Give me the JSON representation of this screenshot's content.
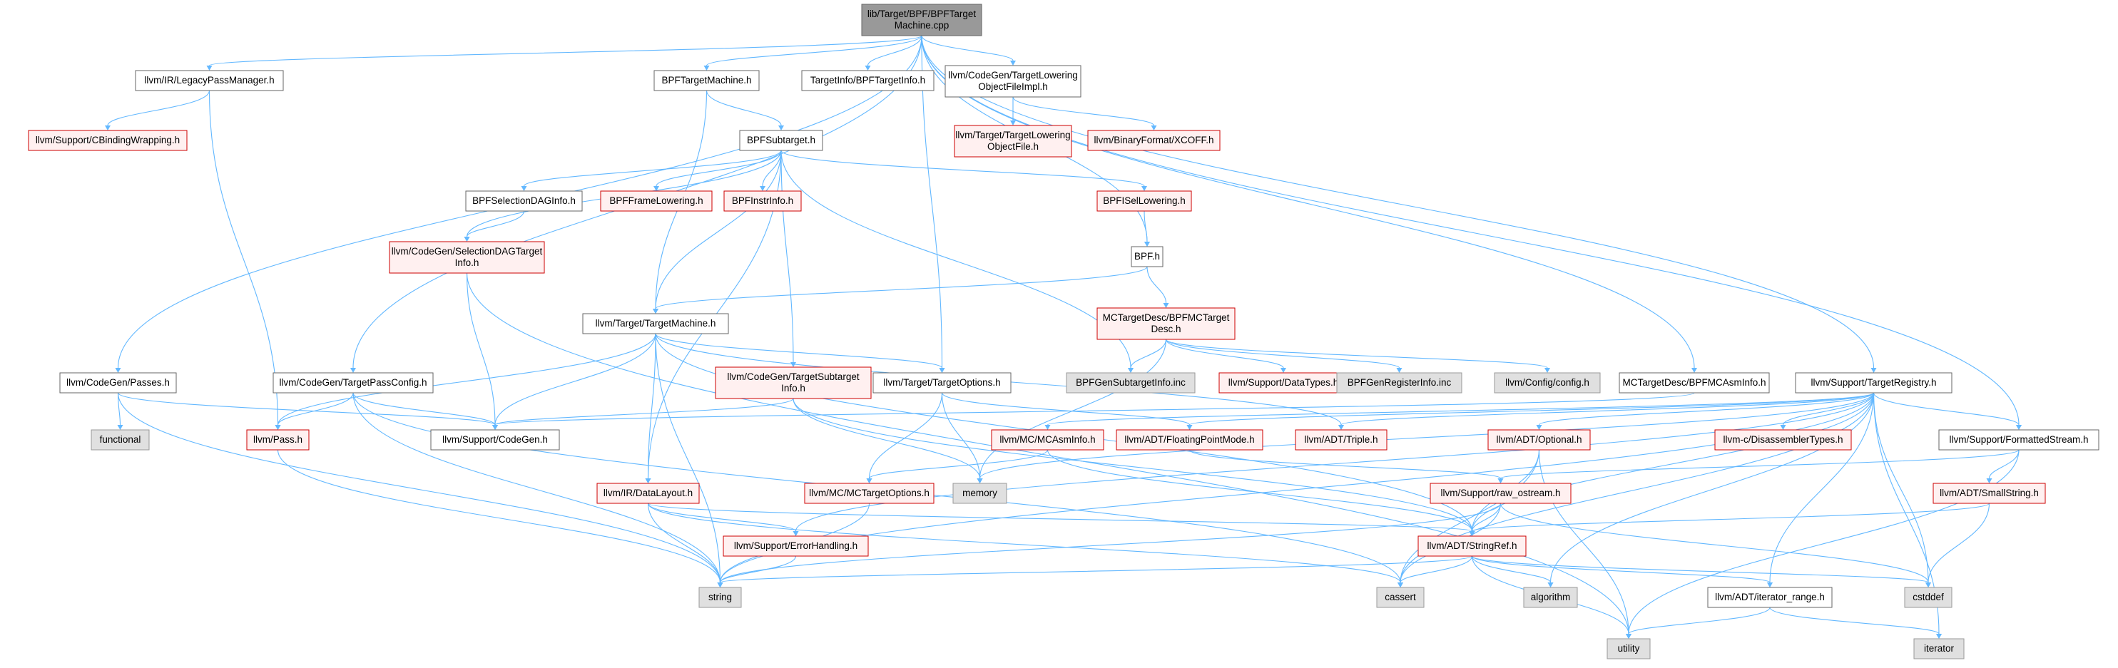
{
  "graph": {
    "colors": {
      "edge": "#63b8ff",
      "root_fill": "#999999",
      "documented_border": "#666666",
      "undocumented_fill": "#fff0f0",
      "undocumented_border": "#cc0000",
      "system_fill": "#e0e0e0",
      "system_border": "#999999"
    },
    "nodes": [
      {
        "id": "root",
        "lines": [
          "lib/Target/BPF/BPFTarget",
          "Machine.cpp"
        ],
        "kind": "root"
      },
      {
        "id": "legacypm",
        "lines": [
          "llvm/IR/LegacyPassManager.h"
        ],
        "kind": "black"
      },
      {
        "id": "bpftm",
        "lines": [
          "BPFTargetMachine.h"
        ],
        "kind": "black"
      },
      {
        "id": "tinfo",
        "lines": [
          "TargetInfo/BPFTargetInfo.h"
        ],
        "kind": "black"
      },
      {
        "id": "tlofi",
        "lines": [
          "llvm/CodeGen/TargetLowering",
          "ObjectFileImpl.h"
        ],
        "kind": "black"
      },
      {
        "id": "cbind",
        "lines": [
          "llvm/Support/CBindingWrapping.h"
        ],
        "kind": "red"
      },
      {
        "id": "bpfsub",
        "lines": [
          "BPFSubtarget.h"
        ],
        "kind": "black"
      },
      {
        "id": "tlof",
        "lines": [
          "llvm/Target/TargetLowering",
          "ObjectFile.h"
        ],
        "kind": "red"
      },
      {
        "id": "xcoff",
        "lines": [
          "llvm/BinaryFormat/XCOFF.h"
        ],
        "kind": "red"
      },
      {
        "id": "seldag",
        "lines": [
          "BPFSelectionDAGInfo.h"
        ],
        "kind": "black"
      },
      {
        "id": "framelow",
        "lines": [
          "BPFFrameLowering.h"
        ],
        "kind": "red"
      },
      {
        "id": "instrinfo",
        "lines": [
          "BPFInstrInfo.h"
        ],
        "kind": "red"
      },
      {
        "id": "isellow",
        "lines": [
          "BPFISelLowering.h"
        ],
        "kind": "red"
      },
      {
        "id": "seldagti",
        "lines": [
          "llvm/CodeGen/SelectionDAGTarget",
          "Info.h"
        ],
        "kind": "red"
      },
      {
        "id": "bpfh",
        "lines": [
          "BPF.h"
        ],
        "kind": "black"
      },
      {
        "id": "tm",
        "lines": [
          "llvm/Target/TargetMachine.h"
        ],
        "kind": "black"
      },
      {
        "id": "mctd",
        "lines": [
          "MCTargetDesc/BPFMCTarget",
          "Desc.h"
        ],
        "kind": "red"
      },
      {
        "id": "passes",
        "lines": [
          "llvm/CodeGen/Passes.h"
        ],
        "kind": "black"
      },
      {
        "id": "tpc",
        "lines": [
          "llvm/CodeGen/TargetPassConfig.h"
        ],
        "kind": "black"
      },
      {
        "id": "tsi",
        "lines": [
          "llvm/CodeGen/TargetSubtarget",
          "Info.h"
        ],
        "kind": "red"
      },
      {
        "id": "topt",
        "lines": [
          "llvm/Target/TargetOptions.h"
        ],
        "kind": "black"
      },
      {
        "id": "geninc",
        "lines": [
          "BPFGenSubtargetInfo.inc"
        ],
        "kind": "gray"
      },
      {
        "id": "datatypes",
        "lines": [
          "llvm/Support/DataTypes.h"
        ],
        "kind": "red"
      },
      {
        "id": "genreg",
        "lines": [
          "BPFGenRegisterInfo.inc"
        ],
        "kind": "gray"
      },
      {
        "id": "cfg",
        "lines": [
          "llvm/Config/config.h"
        ],
        "kind": "gray"
      },
      {
        "id": "mcasm",
        "lines": [
          "MCTargetDesc/BPFMCAsmInfo.h"
        ],
        "kind": "black"
      },
      {
        "id": "treg",
        "lines": [
          "llvm/Support/TargetRegistry.h"
        ],
        "kind": "black"
      },
      {
        "id": "functional",
        "lines": [
          "functional"
        ],
        "kind": "gray"
      },
      {
        "id": "pass",
        "lines": [
          "llvm/Pass.h"
        ],
        "kind": "red"
      },
      {
        "id": "cgen",
        "lines": [
          "llvm/Support/CodeGen.h"
        ],
        "kind": "black"
      },
      {
        "id": "mcmcasm",
        "lines": [
          "llvm/MC/MCAsmInfo.h"
        ],
        "kind": "red"
      },
      {
        "id": "fpmode",
        "lines": [
          "llvm/ADT/FloatingPointMode.h"
        ],
        "kind": "red"
      },
      {
        "id": "triple",
        "lines": [
          "llvm/ADT/Triple.h"
        ],
        "kind": "red"
      },
      {
        "id": "optional",
        "lines": [
          "llvm/ADT/Optional.h"
        ],
        "kind": "red"
      },
      {
        "id": "disasm",
        "lines": [
          "llvm-c/DisassemblerTypes.h"
        ],
        "kind": "red"
      },
      {
        "id": "fstream",
        "lines": [
          "llvm/Support/FormattedStream.h"
        ],
        "kind": "black"
      },
      {
        "id": "mcto",
        "lines": [
          "llvm/MC/MCTargetOptions.h"
        ],
        "kind": "red"
      },
      {
        "id": "memory",
        "lines": [
          "memory"
        ],
        "kind": "gray"
      },
      {
        "id": "rawos",
        "lines": [
          "llvm/Support/raw_ostream.h"
        ],
        "kind": "red"
      },
      {
        "id": "smallstr",
        "lines": [
          "llvm/ADT/SmallString.h"
        ],
        "kind": "red"
      },
      {
        "id": "dlayout",
        "lines": [
          "llvm/IR/DataLayout.h"
        ],
        "kind": "red"
      },
      {
        "id": "errh",
        "lines": [
          "llvm/Support/ErrorHandling.h"
        ],
        "kind": "red"
      },
      {
        "id": "strref",
        "lines": [
          "llvm/ADT/StringRef.h"
        ],
        "kind": "red"
      },
      {
        "id": "string",
        "lines": [
          "string"
        ],
        "kind": "gray"
      },
      {
        "id": "cassert",
        "lines": [
          "cassert"
        ],
        "kind": "gray"
      },
      {
        "id": "algorithm",
        "lines": [
          "algorithm"
        ],
        "kind": "gray"
      },
      {
        "id": "iterrange",
        "lines": [
          "llvm/ADT/iterator_range.h"
        ],
        "kind": "black"
      },
      {
        "id": "cstddef",
        "lines": [
          "cstddef"
        ],
        "kind": "gray"
      },
      {
        "id": "utility",
        "lines": [
          "utility"
        ],
        "kind": "gray"
      },
      {
        "id": "iterator",
        "lines": [
          "iterator"
        ],
        "kind": "gray"
      }
    ],
    "edges": [
      [
        "root",
        "legacypm"
      ],
      [
        "root",
        "bpftm"
      ],
      [
        "root",
        "tinfo"
      ],
      [
        "root",
        "tlofi"
      ],
      [
        "root",
        "passes"
      ],
      [
        "root",
        "tpc"
      ],
      [
        "root",
        "topt"
      ],
      [
        "root",
        "bpfh"
      ],
      [
        "root",
        "mcasm"
      ],
      [
        "root",
        "treg"
      ],
      [
        "root",
        "fstream"
      ],
      [
        "legacypm",
        "cbind"
      ],
      [
        "legacypm",
        "pass"
      ],
      [
        "bpftm",
        "bpfsub"
      ],
      [
        "bpftm",
        "tm"
      ],
      [
        "tlofi",
        "tlof"
      ],
      [
        "tlofi",
        "xcoff"
      ],
      [
        "bpfsub",
        "seldag"
      ],
      [
        "bpfsub",
        "framelow"
      ],
      [
        "bpfsub",
        "instrinfo"
      ],
      [
        "bpfsub",
        "isellow"
      ],
      [
        "bpfsub",
        "seldagti"
      ],
      [
        "bpfsub",
        "tm"
      ],
      [
        "bpfsub",
        "tsi"
      ],
      [
        "bpfsub",
        "dlayout"
      ],
      [
        "bpfsub",
        "geninc"
      ],
      [
        "seldag",
        "seldagti"
      ],
      [
        "isellow",
        "bpfh"
      ],
      [
        "seldagti",
        "cgen"
      ],
      [
        "seldagti",
        "utility"
      ],
      [
        "bpfh",
        "tm"
      ],
      [
        "bpfh",
        "mctd"
      ],
      [
        "tm",
        "pass"
      ],
      [
        "tm",
        "cgen"
      ],
      [
        "tm",
        "topt"
      ],
      [
        "tm",
        "dlayout"
      ],
      [
        "tm",
        "strref"
      ],
      [
        "tm",
        "string"
      ],
      [
        "tm",
        "triple"
      ],
      [
        "mctd",
        "geninc"
      ],
      [
        "mctd",
        "datatypes"
      ],
      [
        "mctd",
        "genreg"
      ],
      [
        "mctd",
        "cfg"
      ],
      [
        "mctd",
        "memory"
      ],
      [
        "passes",
        "functional"
      ],
      [
        "passes",
        "cgen"
      ],
      [
        "passes",
        "string"
      ],
      [
        "tpc",
        "pass"
      ],
      [
        "tpc",
        "cgen"
      ],
      [
        "tpc",
        "cassert"
      ],
      [
        "tpc",
        "string"
      ],
      [
        "tsi",
        "cgen"
      ],
      [
        "tsi",
        "memory"
      ],
      [
        "tsi",
        "strref"
      ],
      [
        "topt",
        "fpmode"
      ],
      [
        "topt",
        "mcto"
      ],
      [
        "topt",
        "memory"
      ],
      [
        "mcasm",
        "cgen"
      ],
      [
        "treg",
        "mcmcasm"
      ],
      [
        "treg",
        "fpmode"
      ],
      [
        "treg",
        "triple"
      ],
      [
        "treg",
        "optional"
      ],
      [
        "treg",
        "disasm"
      ],
      [
        "treg",
        "fstream"
      ],
      [
        "treg",
        "errh"
      ],
      [
        "treg",
        "strref"
      ],
      [
        "treg",
        "iterrange"
      ],
      [
        "treg",
        "memory"
      ],
      [
        "treg",
        "algorithm"
      ],
      [
        "treg",
        "cassert"
      ],
      [
        "treg",
        "cstddef"
      ],
      [
        "treg",
        "string"
      ],
      [
        "treg",
        "iterator"
      ],
      [
        "pass",
        "string"
      ],
      [
        "mcmcasm",
        "mcto"
      ],
      [
        "mcmcasm",
        "strref"
      ],
      [
        "fpmode",
        "rawos"
      ],
      [
        "optional",
        "strref"
      ],
      [
        "optional",
        "cassert"
      ],
      [
        "optional",
        "utility"
      ],
      [
        "fstream",
        "rawos"
      ],
      [
        "fstream",
        "smallstr"
      ],
      [
        "fstream",
        "utility"
      ],
      [
        "mcto",
        "string"
      ],
      [
        "rawos",
        "strref"
      ],
      [
        "rawos",
        "cassert"
      ],
      [
        "rawos",
        "cstddef"
      ],
      [
        "rawos",
        "string"
      ],
      [
        "smallstr",
        "strref"
      ],
      [
        "smallstr",
        "cstddef"
      ],
      [
        "dlayout",
        "errh"
      ],
      [
        "dlayout",
        "strref"
      ],
      [
        "dlayout",
        "string"
      ],
      [
        "dlayout",
        "cassert"
      ],
      [
        "errh",
        "string"
      ],
      [
        "strref",
        "iterrange"
      ],
      [
        "strref",
        "string"
      ],
      [
        "strref",
        "cassert"
      ],
      [
        "strref",
        "algorithm"
      ],
      [
        "strref",
        "cstddef"
      ],
      [
        "strref",
        "utility"
      ],
      [
        "iterrange",
        "utility"
      ],
      [
        "iterrange",
        "iterator"
      ]
    ]
  }
}
